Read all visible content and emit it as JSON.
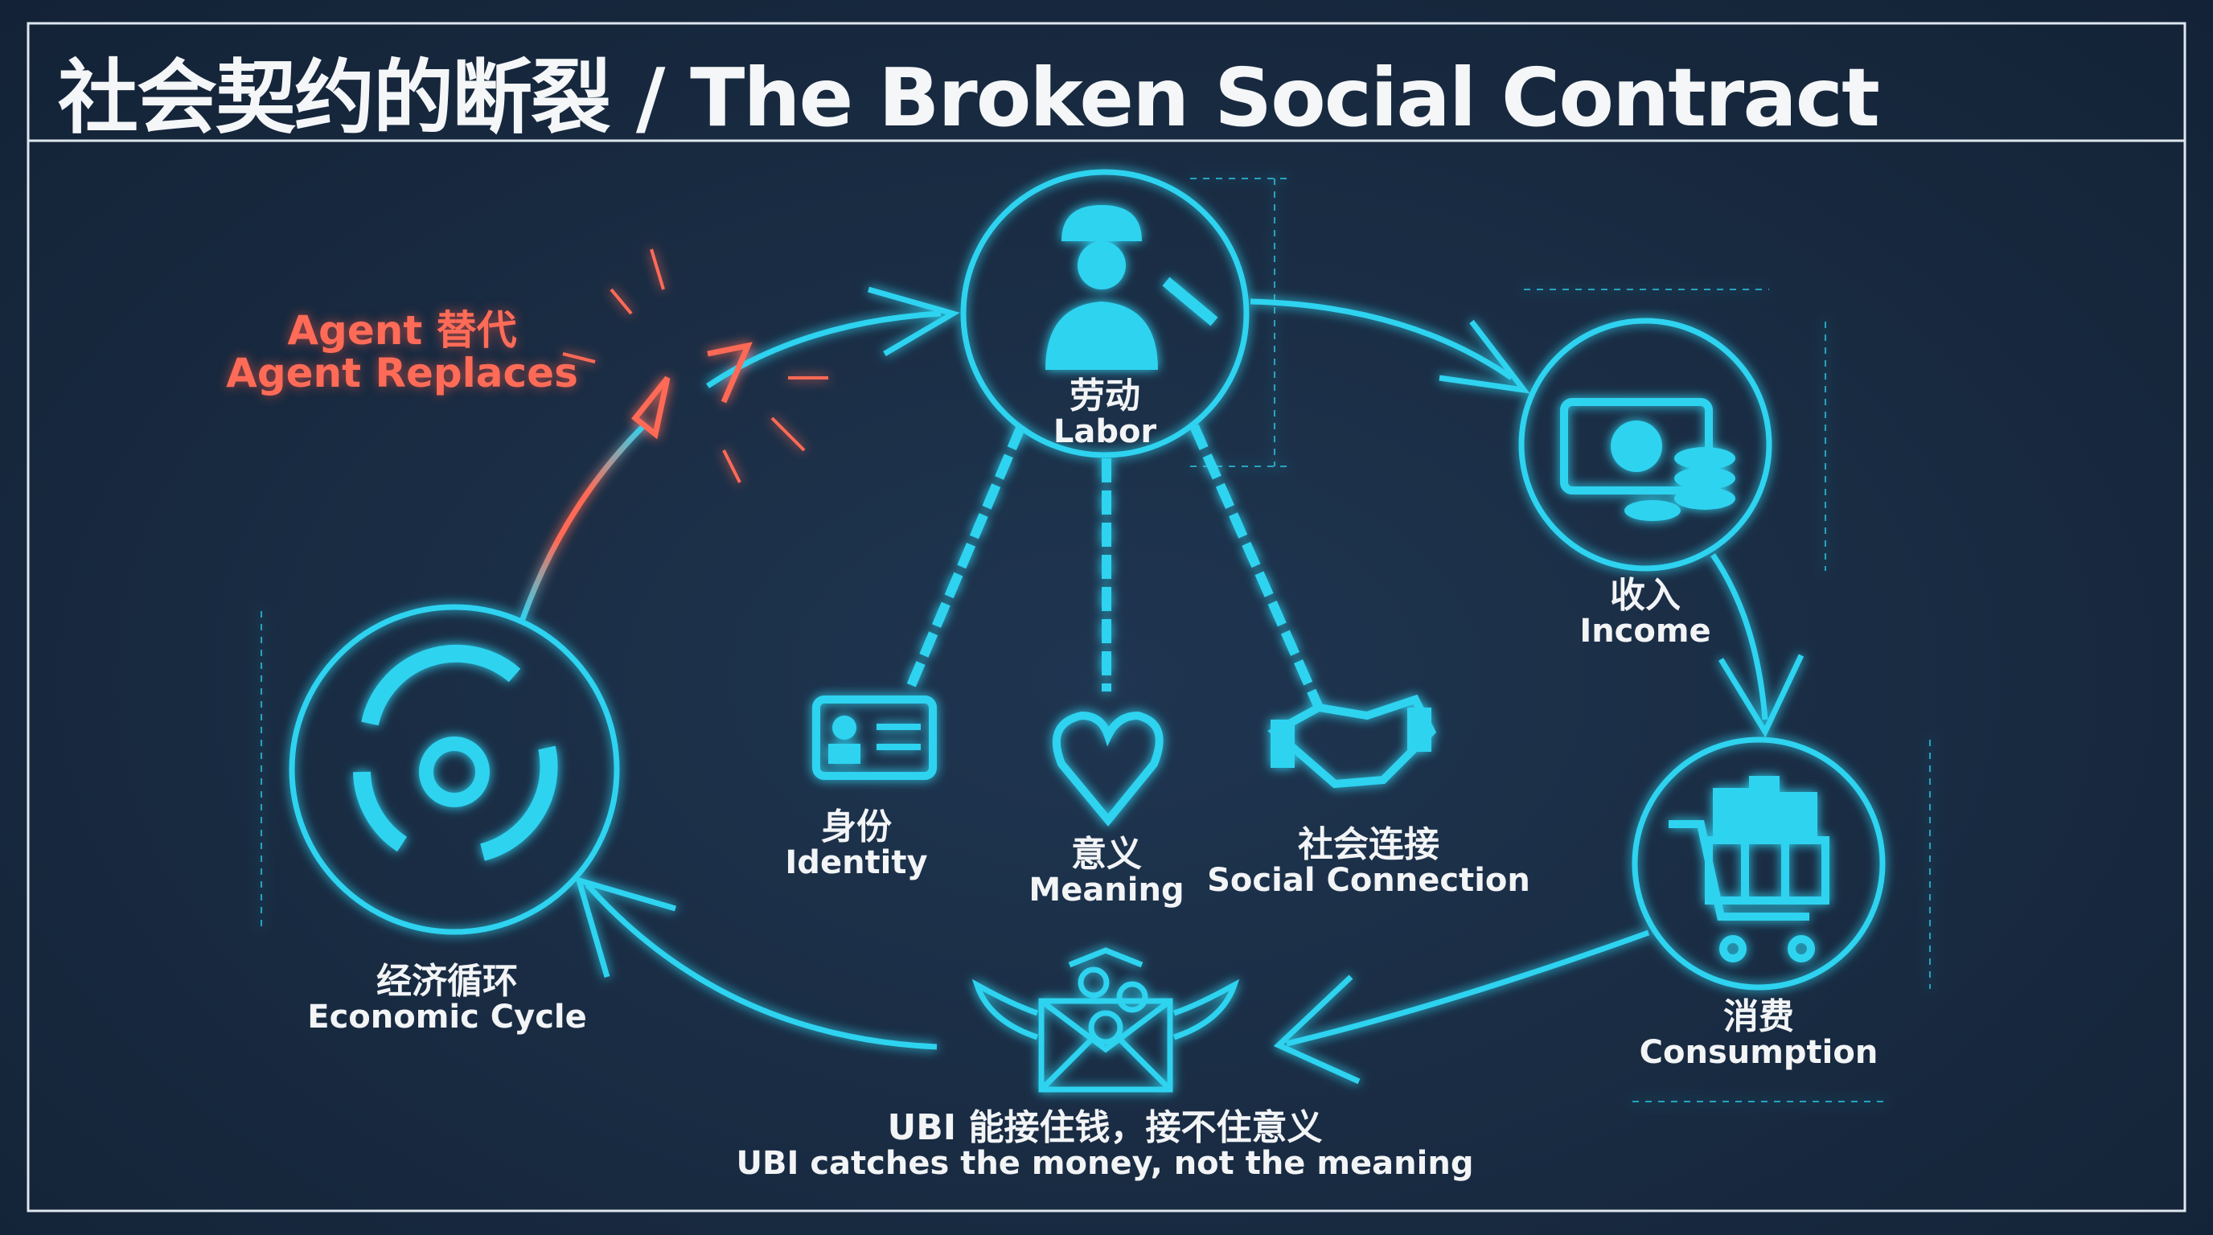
{
  "title": "社会契约的断裂 / The Broken Social Contract",
  "nodes": {
    "labor": {
      "zh": "劳动",
      "en": "Labor",
      "icon": "worker-icon"
    },
    "income": {
      "zh": "收入",
      "en": "Income",
      "icon": "money-icon"
    },
    "consumption": {
      "zh": "消费",
      "en": "Consumption",
      "icon": "shopping-cart-icon"
    },
    "economic_cycle": {
      "zh": "经济循环",
      "en": "Economic Cycle",
      "icon": "cycle-gear-icon"
    }
  },
  "chained": {
    "identity": {
      "zh": "身份",
      "en": "Identity",
      "icon": "id-card-icon"
    },
    "meaning": {
      "zh": "意义",
      "en": "Meaning",
      "icon": "heart-icon"
    },
    "social": {
      "zh": "社会连接",
      "en": "Social Connection",
      "icon": "handshake-icon"
    }
  },
  "agent": {
    "zh": "Agent 替代",
    "en": "Agent Replaces"
  },
  "ubi": {
    "zh": "UBI 能接住钱，接不住意义",
    "en": "UBI catches the money, not the meaning",
    "icon": "winged-envelope-icon"
  },
  "colors": {
    "accent": "#2fd3f0",
    "alert": "#ff6b57",
    "background": "#182a40",
    "text": "#f2f4f6"
  }
}
